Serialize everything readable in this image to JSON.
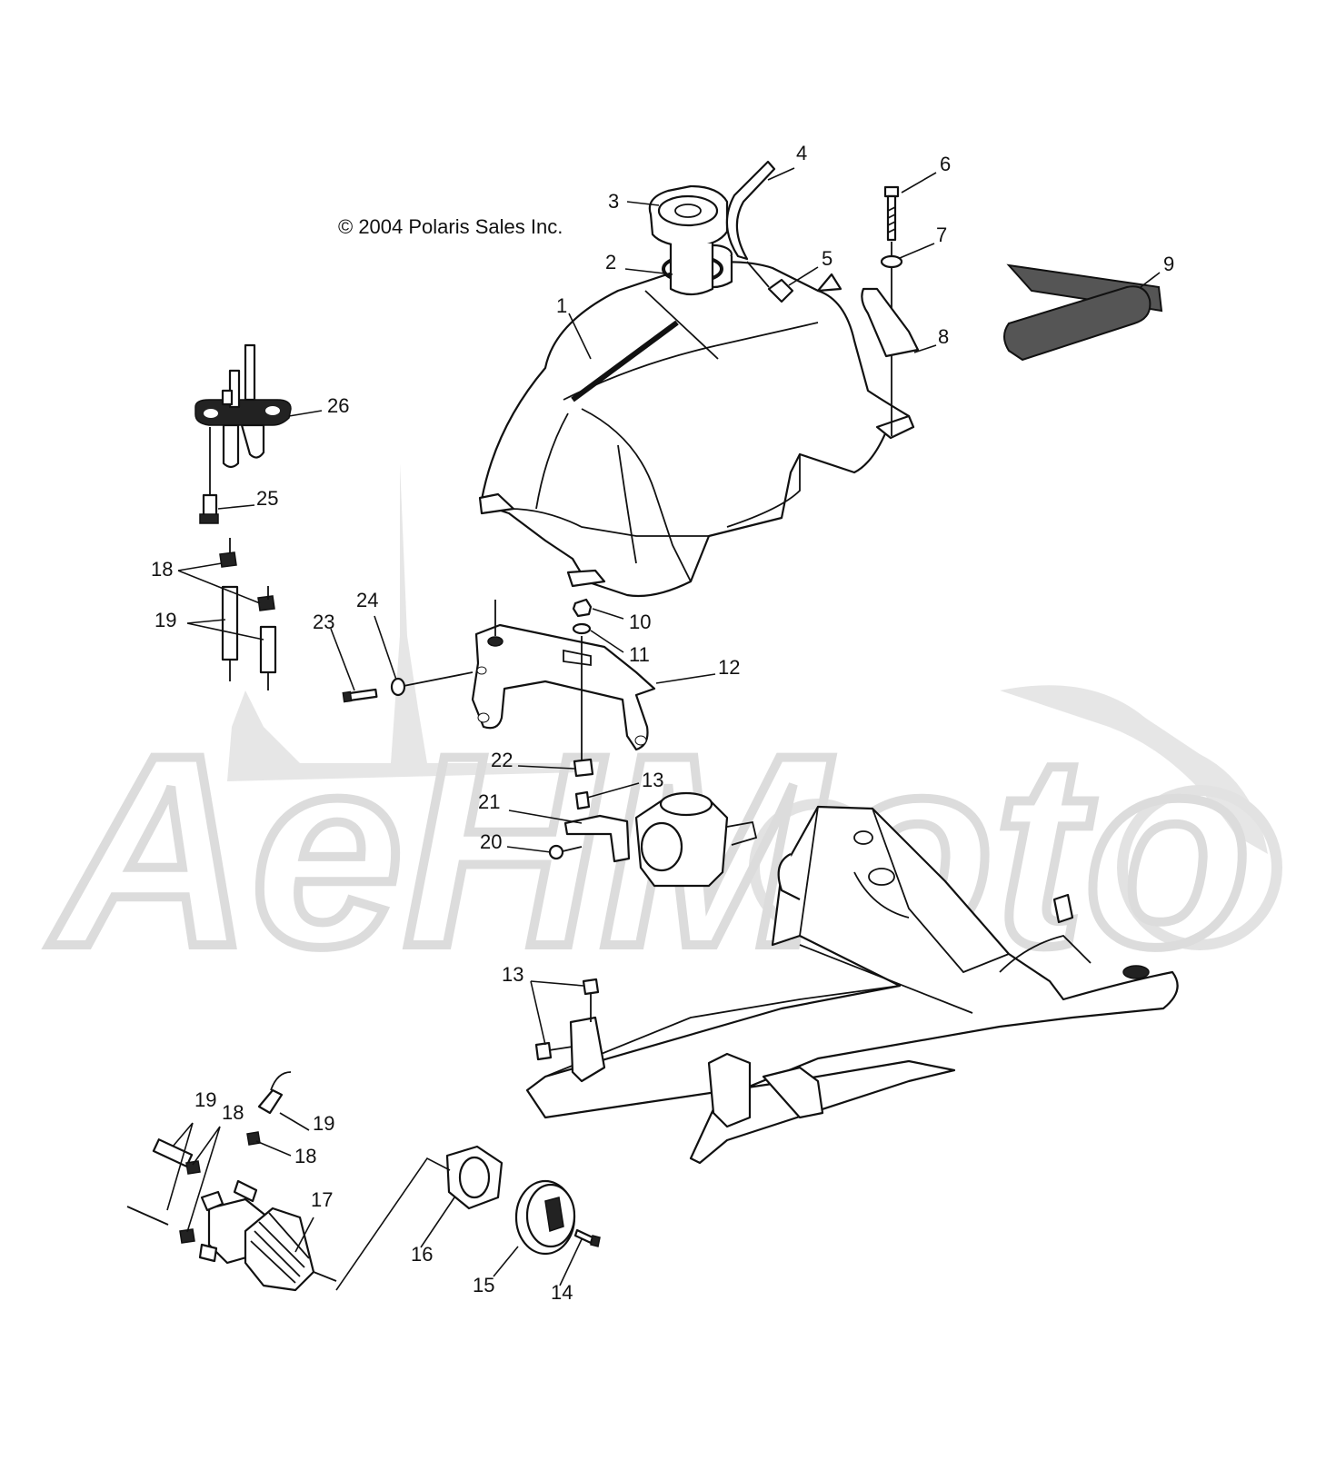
{
  "copyright": "© 2004 Polaris Sales Inc.",
  "watermark_text": "AeHMoto",
  "callouts": {
    "c1": "1",
    "c2": "2",
    "c3": "3",
    "c4": "4",
    "c5": "5",
    "c6": "6",
    "c7": "7",
    "c8": "8",
    "c9": "9",
    "c10": "10",
    "c11": "11",
    "c12": "12",
    "c13a": "13",
    "c13b": "13",
    "c14": "14",
    "c15": "15",
    "c16": "16",
    "c17": "17",
    "c18a": "18",
    "c18b": "18",
    "c18c": "18",
    "c19a": "19",
    "c19b": "19",
    "c19c": "19",
    "c20": "20",
    "c21": "21",
    "c22": "22",
    "c23": "23",
    "c24": "24",
    "c25": "25",
    "c26": "26"
  }
}
